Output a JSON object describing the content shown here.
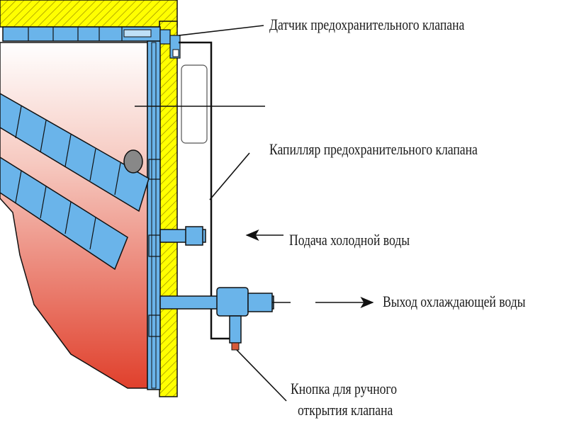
{
  "labels": {
    "sensor": "Датчик предохранительного клапана",
    "capillary": "Капилляр предохранительного клапана",
    "cold_supply": "Подача холодной воды",
    "coolant_out": "Выход охлаждающей воды",
    "manual_button_line1": "Кнопка для ручного",
    "manual_button_line2": "открытия клапана"
  },
  "colors": {
    "insulation": "#ffff00",
    "pipe": "#6ab4ea",
    "chamber_top": "#ffffff",
    "chamber_bottom": "#e0402c",
    "outline": "#111111"
  }
}
